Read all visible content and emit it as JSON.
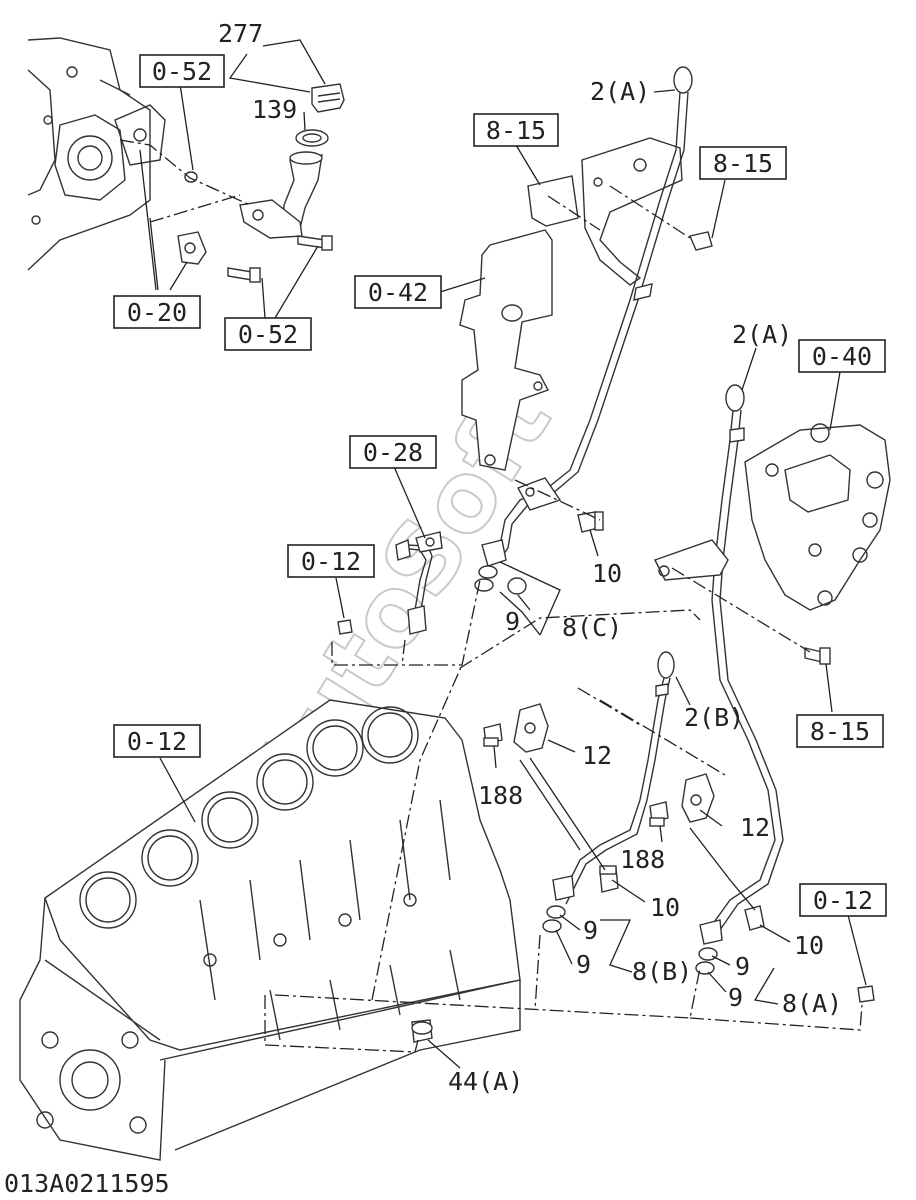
{
  "diagram_code": "013A0211595",
  "watermark": "AutoSoft",
  "reference_boxes": [
    {
      "id": "ref-0-52-top",
      "label": "0-52"
    },
    {
      "id": "ref-0-20",
      "label": "0-20"
    },
    {
      "id": "ref-0-52-bottom",
      "label": "0-52"
    },
    {
      "id": "ref-8-15-left",
      "label": "8-15"
    },
    {
      "id": "ref-8-15-right",
      "label": "8-15"
    },
    {
      "id": "ref-0-42",
      "label": "0-42"
    },
    {
      "id": "ref-0-40",
      "label": "0-40"
    },
    {
      "id": "ref-0-28",
      "label": "0-28"
    },
    {
      "id": "ref-0-12-left",
      "label": "0-12"
    },
    {
      "id": "ref-0-12-block",
      "label": "0-12"
    },
    {
      "id": "ref-8-15-lower",
      "label": "8-15"
    },
    {
      "id": "ref-0-12-right",
      "label": "0-12"
    }
  ],
  "part_labels": [
    {
      "id": "part-277",
      "label": "277"
    },
    {
      "id": "part-139",
      "label": "139"
    },
    {
      "id": "part-2a-top",
      "label": "2(A)"
    },
    {
      "id": "part-2a-right",
      "label": "2(A)"
    },
    {
      "id": "part-10-upper",
      "label": "10"
    },
    {
      "id": "part-9-upper",
      "label": "9"
    },
    {
      "id": "part-8c",
      "label": "8(C)"
    },
    {
      "id": "part-2b",
      "label": "2(B)"
    },
    {
      "id": "part-12-left",
      "label": "12"
    },
    {
      "id": "part-188-left",
      "label": "188"
    },
    {
      "id": "part-12-right",
      "label": "12"
    },
    {
      "id": "part-188-right",
      "label": "188"
    },
    {
      "id": "part-10-mid",
      "label": "10"
    },
    {
      "id": "part-9-b1",
      "label": "9"
    },
    {
      "id": "part-9-b2",
      "label": "9"
    },
    {
      "id": "part-8b",
      "label": "8(B)"
    },
    {
      "id": "part-10-right",
      "label": "10"
    },
    {
      "id": "part-9-a1",
      "label": "9"
    },
    {
      "id": "part-9-a2",
      "label": "9"
    },
    {
      "id": "part-8a",
      "label": "8(A)"
    },
    {
      "id": "part-44a",
      "label": "44(A)"
    }
  ]
}
